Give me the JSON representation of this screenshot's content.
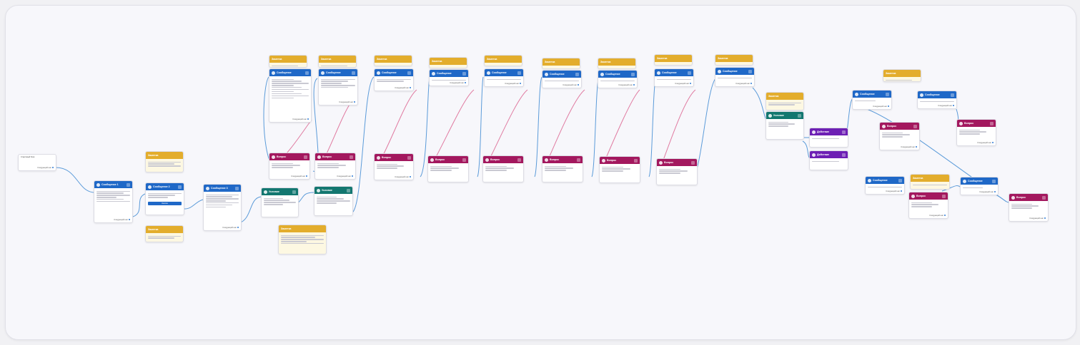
{
  "canvas": {
    "title": ""
  },
  "labels": {
    "message": "Сообщение",
    "note": "Заметка",
    "question": "Вопрос",
    "condition": "Условие",
    "action": "Действие",
    "start": "Стартовый блок",
    "next_step": "Следующий шаг",
    "if_true": "Условие верно",
    "if_false": "Иначе",
    "button": "Кнопка"
  },
  "nodes": [
    {
      "type": "start",
      "name": "Стартовый блок"
    },
    {
      "type": "message",
      "name": "Сообщение 1"
    },
    {
      "type": "message",
      "name": "Сообщение 2"
    },
    {
      "type": "message",
      "name": "Сообщение 3"
    },
    {
      "type": "condition",
      "name": "Условие"
    },
    {
      "type": "question",
      "name": "Вопрос"
    },
    {
      "type": "action",
      "name": "Действие"
    }
  ],
  "colors": {
    "message": "#1f68c7",
    "question": "#a3185e",
    "condition": "#137770",
    "action": "#6d1fb4",
    "note": "#e3ad2c",
    "edge_blue": "#5b9bd9",
    "edge_pink": "#e07aa0"
  }
}
